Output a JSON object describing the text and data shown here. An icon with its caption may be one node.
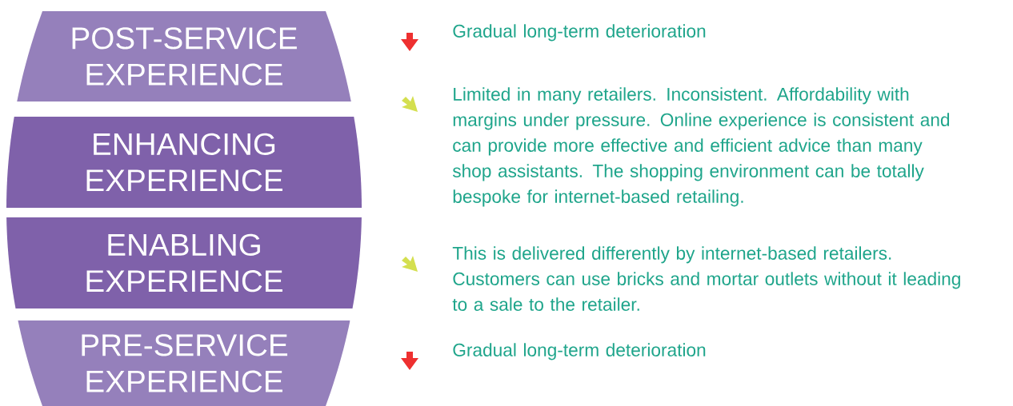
{
  "diagram": {
    "nodes": [
      {
        "text": [
          "POST-SERVICE EXPERIENCE"
        ]
      },
      {
        "text": [
          "ENHANCING EXPERIENCE"
        ]
      },
      {
        "text": [
          "ENABLING EXPERIENCE"
        ]
      },
      {
        "text": [
          "PRE-SERVICE EXPERIENCE"
        ]
      }
    ],
    "labels": [
      "Gradual long-term deterioration",
      "Limited in many retailers. Inconsistent. Affordability with margins under pressure. Online experience is consistent and can provide more effective and efficient advice than many shop assistants. The shopping environment can be totally bespoke for internet-based retailing.",
      "This is delivered differently by internet-based retailers. Customers can use bricks and mortar outlets without it leading to a sale to the retailer.",
      "Gradual long-term deterioration"
    ]
  }
}
